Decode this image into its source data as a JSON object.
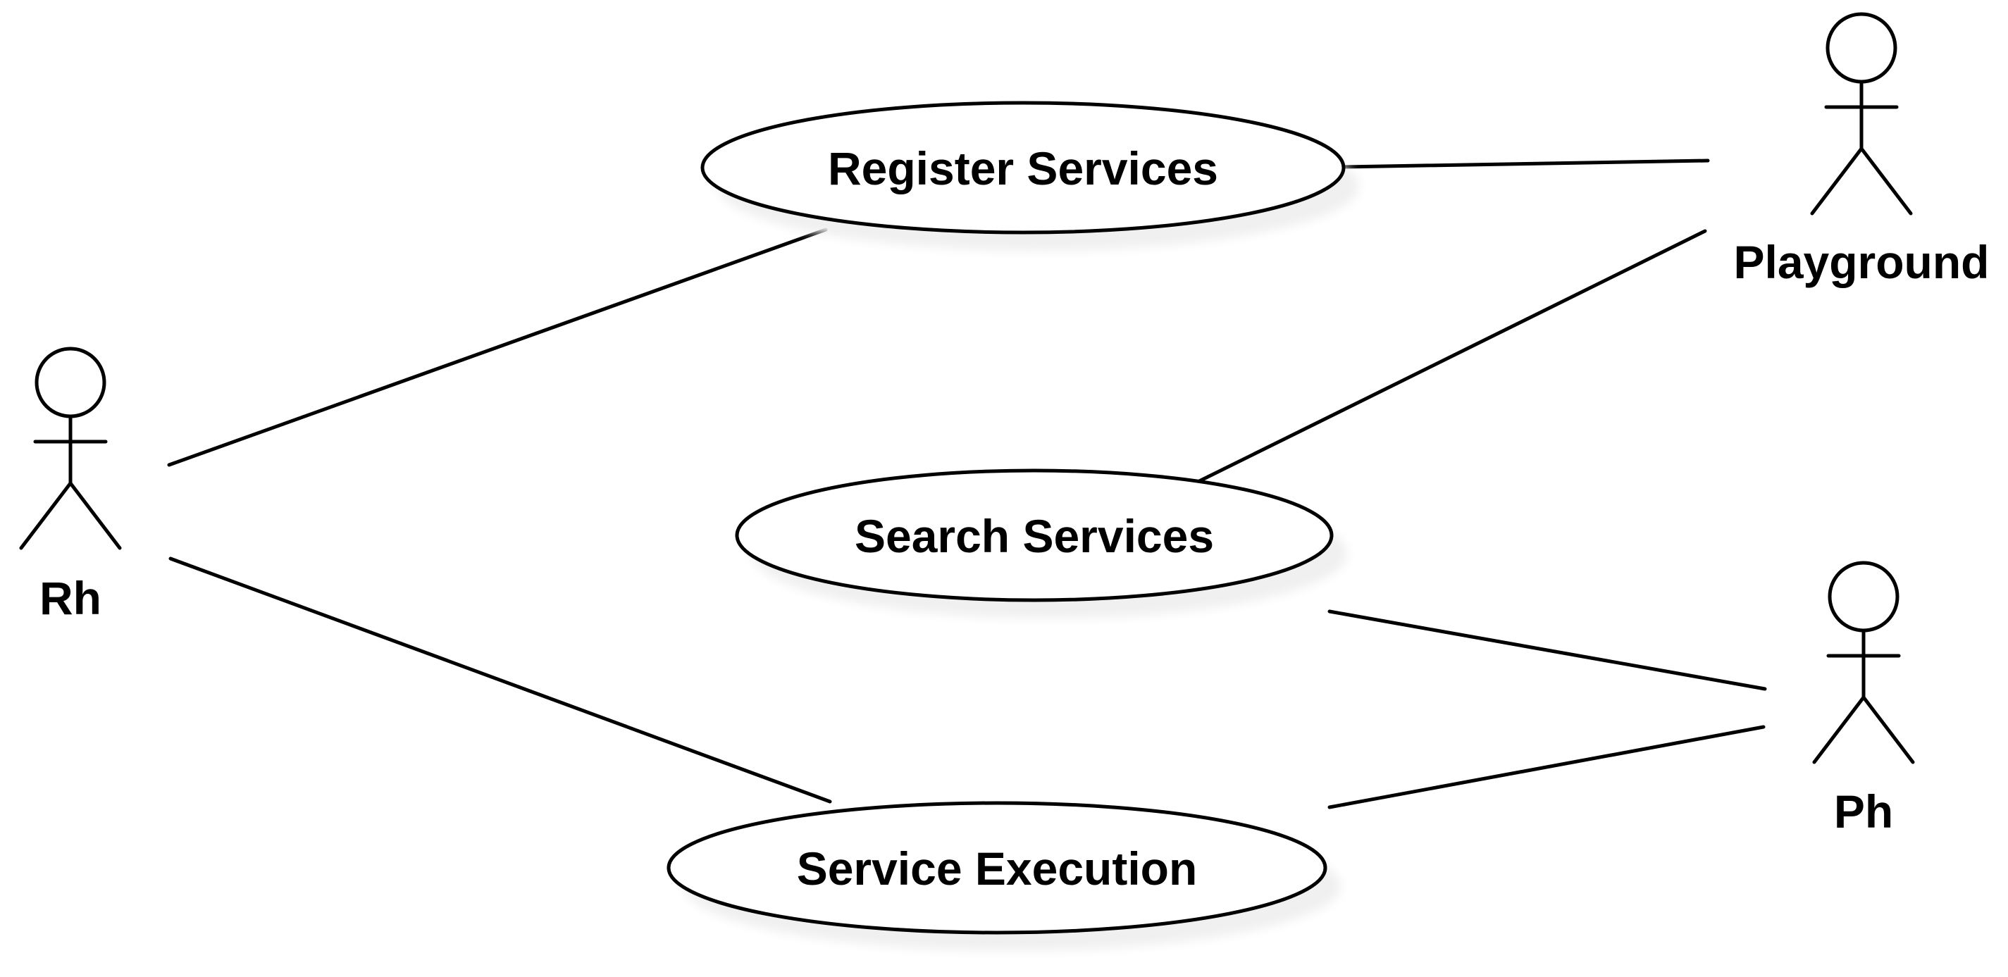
{
  "diagram": {
    "type": "uml-use-case-diagram",
    "background_color": "#ffffff",
    "stroke_color": "#000000",
    "shadow_color": "#f0f0f0",
    "text_color": "#000000",
    "use_cases": [
      {
        "id": "register-services",
        "label": "Register Services"
      },
      {
        "id": "search-services",
        "label": "Search Services"
      },
      {
        "id": "service-execution",
        "label": "Service Execution"
      }
    ],
    "actors": [
      {
        "id": "rh",
        "label": "Rh"
      },
      {
        "id": "playground",
        "label": "Playground"
      },
      {
        "id": "ph",
        "label": "Ph"
      }
    ],
    "associations": [
      {
        "from": "Rh",
        "to": "Register Services"
      },
      {
        "from": "Rh",
        "to": "Service Execution"
      },
      {
        "from": "Register Services",
        "to": "Playground"
      },
      {
        "from": "Search Services",
        "to": "Playground"
      },
      {
        "from": "Search Services",
        "to": "Ph"
      },
      {
        "from": "Service Execution",
        "to": "Ph"
      }
    ]
  }
}
